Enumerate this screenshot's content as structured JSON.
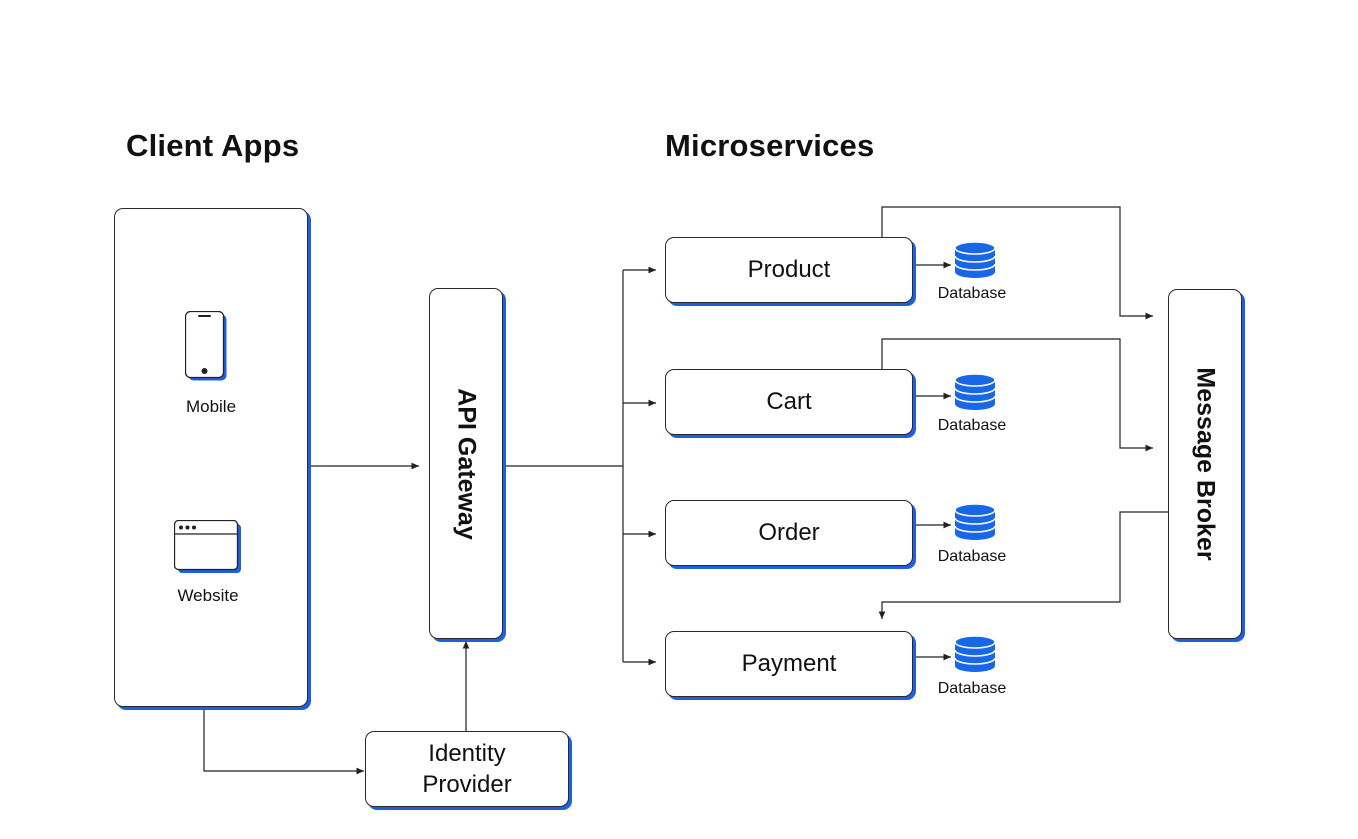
{
  "headings": {
    "client_apps": "Client Apps",
    "microservices": "Microservices"
  },
  "clients": {
    "mobile": "Mobile",
    "website": "Website"
  },
  "api_gateway": "API Gateway",
  "identity_provider": {
    "line1": "Identity",
    "line2": "Provider"
  },
  "services": [
    {
      "name": "Product",
      "db": "Database"
    },
    {
      "name": "Cart",
      "db": "Database"
    },
    {
      "name": "Order",
      "db": "Database"
    },
    {
      "name": "Payment",
      "db": "Database"
    }
  ],
  "message_broker": "Message Broker",
  "colors": {
    "accent": "#1f5fe0",
    "db_fill": "#1767e6",
    "stroke": "#2a2a2a"
  },
  "icons": {
    "mobile": "smartphone-icon",
    "website": "browser-window-icon",
    "database": "database-icon"
  }
}
